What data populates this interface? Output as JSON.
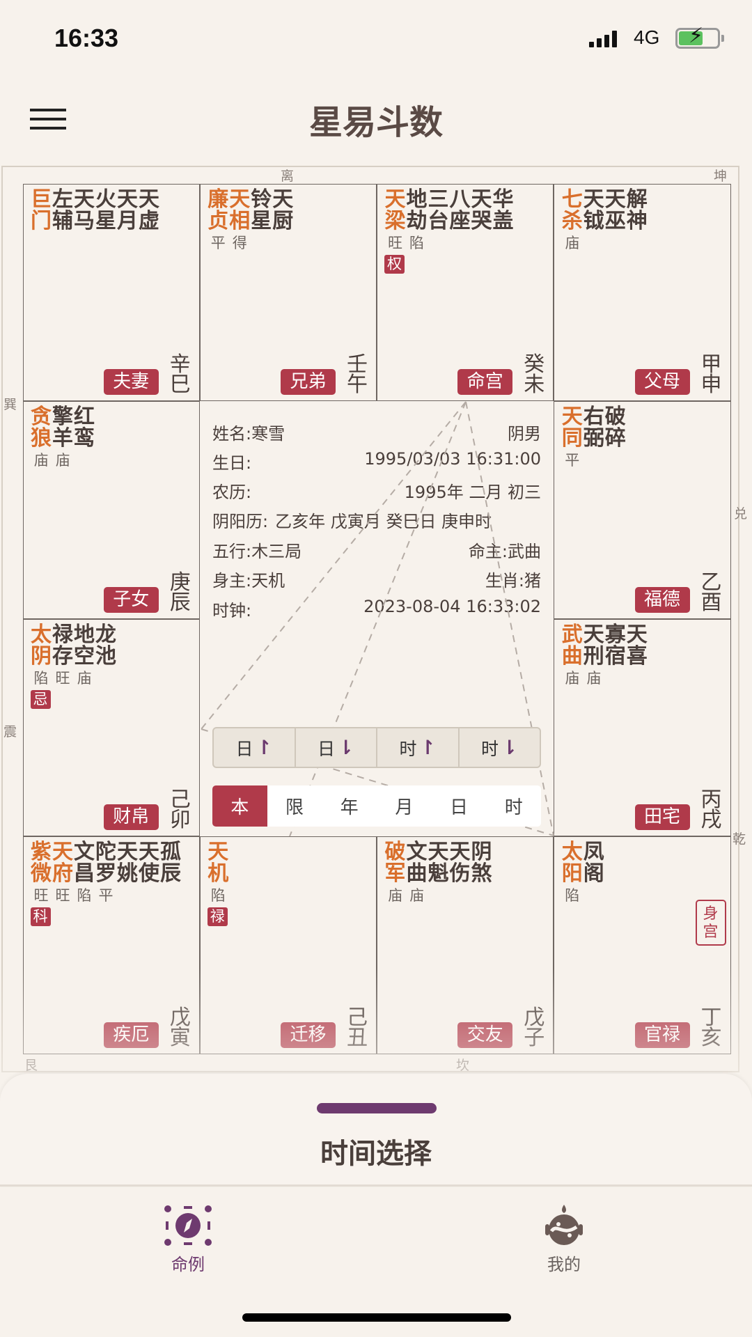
{
  "status": {
    "time": "16:33",
    "network": "4G"
  },
  "header": {
    "title": "星易斗数",
    "menu_icon": "hamburger-icon"
  },
  "trigrams": {
    "top": "离",
    "top_right": "坤",
    "left_upper": "巽",
    "right_upper": "兑",
    "left_lower": "震",
    "right_lower": "乾",
    "bottom_left": "艮",
    "bottom": "坎"
  },
  "palaces": [
    {
      "branch": "巳",
      "main": [
        "巨门"
      ],
      "minor": [
        "左辅",
        "天马",
        "火星",
        "天月",
        "天虚"
      ],
      "brightness": [],
      "sihua": "",
      "palace": "夫妻",
      "ganzhi": "辛巳"
    },
    {
      "branch": "午",
      "main": [
        "廉贞",
        "天相"
      ],
      "minor": [
        "铃星",
        "天厨"
      ],
      "brightness": [
        "平",
        "得"
      ],
      "sihua": "",
      "palace": "兄弟",
      "ganzhi": "壬午"
    },
    {
      "branch": "未",
      "main": [
        "天梁"
      ],
      "minor": [
        "地劫",
        "三台",
        "八座",
        "天哭",
        "华盖"
      ],
      "brightness": [
        "旺",
        "陷"
      ],
      "sihua": "权",
      "palace": "命宫",
      "ganzhi": "癸未"
    },
    {
      "branch": "申",
      "main": [
        "七杀"
      ],
      "minor": [
        "天钺",
        "天巫",
        "解神"
      ],
      "brightness": [
        "庙"
      ],
      "sihua": "",
      "palace": "父母",
      "ganzhi": "甲申"
    },
    {
      "branch": "辰",
      "main": [
        "贪狼"
      ],
      "minor": [
        "擎羊",
        "红鸾"
      ],
      "brightness": [
        "庙",
        "庙"
      ],
      "sihua": "",
      "palace": "子女",
      "ganzhi": "庚辰"
    },
    {
      "branch": "酉",
      "main": [
        "天同"
      ],
      "minor": [
        "右弼",
        "破碎"
      ],
      "brightness": [
        "平"
      ],
      "sihua": "",
      "palace": "福德",
      "ganzhi": "乙酉"
    },
    {
      "branch": "卯",
      "main": [
        "太阴"
      ],
      "minor": [
        "禄存",
        "地空",
        "龙池"
      ],
      "brightness": [
        "陷",
        "旺",
        "庙"
      ],
      "sihua": "忌",
      "palace": "财帛",
      "ganzhi": "己卯"
    },
    {
      "branch": "戌",
      "main": [
        "武曲"
      ],
      "minor": [
        "天刑",
        "寡宿",
        "天喜"
      ],
      "brightness": [
        "庙",
        "庙"
      ],
      "sihua": "",
      "palace": "田宅",
      "ganzhi": "丙戌"
    },
    {
      "branch": "寅",
      "main": [
        "紫微",
        "天府"
      ],
      "minor": [
        "文昌",
        "陀罗",
        "天姚",
        "天使",
        "孤辰"
      ],
      "brightness": [
        "旺",
        "旺",
        "陷",
        "平"
      ],
      "sihua": "科",
      "palace": "疾厄",
      "ganzhi": "戊寅"
    },
    {
      "branch": "丑",
      "main": [
        "天机"
      ],
      "minor": [],
      "brightness": [
        "陷"
      ],
      "sihua": "禄",
      "palace": "迁移",
      "ganzhi": "己丑"
    },
    {
      "branch": "子",
      "main": [
        "破军"
      ],
      "minor": [
        "文曲",
        "天魁",
        "天伤",
        "阴煞"
      ],
      "brightness": [
        "庙",
        "庙"
      ],
      "sihua": "",
      "palace": "交友",
      "ganzhi": "戊子"
    },
    {
      "branch": "亥",
      "main": [
        "太阳"
      ],
      "minor": [
        "凤阁"
      ],
      "brightness": [
        "陷"
      ],
      "sihua": "",
      "palace": "官禄",
      "ganzhi": "丁亥",
      "stamp": "身宫"
    }
  ],
  "info": {
    "name": "姓名:寒雪",
    "gender": "阴男",
    "birthday_label": "生日:",
    "birthday": "1995/03/03 16:31:00",
    "lunar_label": "农历:",
    "lunar": "1995年 二月 初三",
    "ganzhi_label": "阴阳历:",
    "ganzhi": "乙亥年 戊寅月 癸巳日 庚申时",
    "wuxing": "五行:木三局",
    "mingzhu": "命主:武曲",
    "shenzhu": "身主:天机",
    "shengxiao": "生肖:猪",
    "clock_label": "时钟:",
    "clock": "2023-08-04 16:33:02"
  },
  "step_buttons": [
    {
      "label": "日",
      "arrow": "↾"
    },
    {
      "label": "日",
      "arrow": "⇂"
    },
    {
      "label": "时",
      "arrow": "↾"
    },
    {
      "label": "时",
      "arrow": "⇂"
    }
  ],
  "scope_tabs": [
    "本",
    "限",
    "年",
    "月",
    "日",
    "时"
  ],
  "scope_selected": "本",
  "sheet": {
    "title": "时间选择"
  },
  "tabbar": [
    {
      "label": "命例",
      "icon": "compass-icon",
      "active": true
    },
    {
      "label": "我的",
      "icon": "profile-icon",
      "active": false
    }
  ],
  "colors": {
    "main_star": "#d96f2c",
    "accent_red": "#b03a4a",
    "accent_purple": "#6e3a6f",
    "background": "#f7f2ec"
  }
}
